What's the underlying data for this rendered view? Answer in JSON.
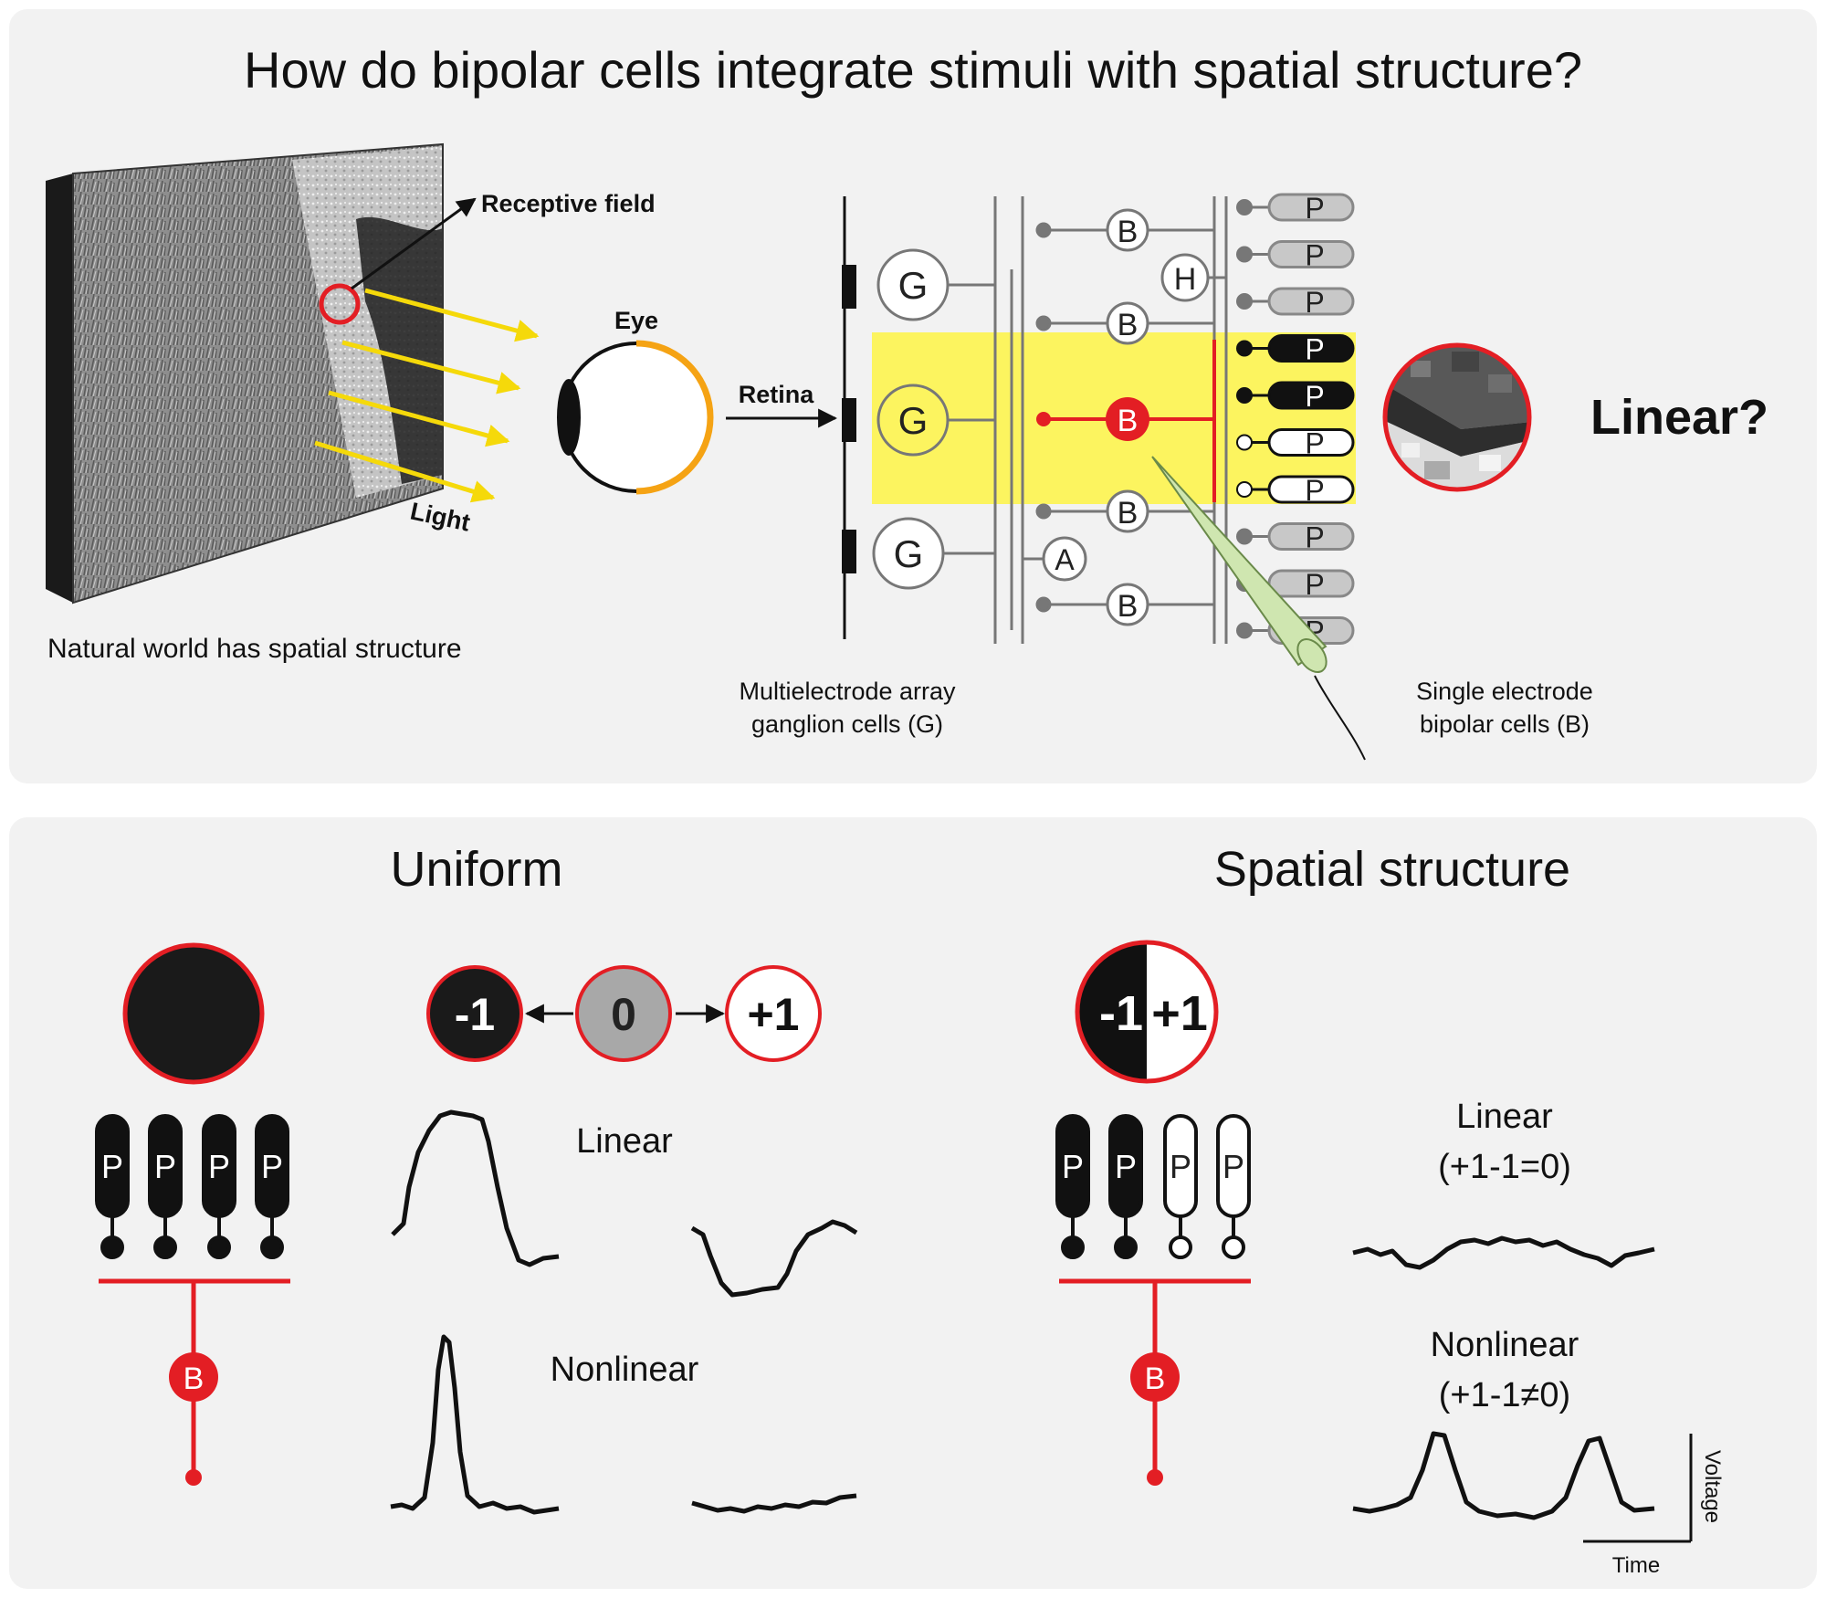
{
  "title": "How do bipolar cells integrate stimuli with spatial structure?",
  "labels": {
    "receptive_field": "Receptive field",
    "eye": "Eye",
    "retina": "Retina",
    "light": "Light",
    "natural_world": "Natural world has spatial structure",
    "mea_line1": "Multielectrode array",
    "mea_line2": "ganglion cells (G)",
    "se_line1": "Single electrode",
    "se_line2": "bipolar cells (B)",
    "linear_question": "Linear?"
  },
  "cell_letters": {
    "ganglion": "G",
    "bipolar": "B",
    "horizontal": "H",
    "amacrine": "A",
    "photoreceptor": "P"
  },
  "uniform": {
    "title": "Uniform",
    "stim_neg": "-1",
    "stim_zero": "0",
    "stim_pos": "+1",
    "linear_label": "Linear",
    "nonlinear_label": "Nonlinear"
  },
  "spatial": {
    "title": "Spatial structure",
    "stim_neg": "-1",
    "stim_pos": "+1",
    "linear_label": "Linear",
    "linear_eq": "(+1-1=0)",
    "nonlinear_label": "Nonlinear",
    "nonlinear_eq": "(+1-1≠0)"
  },
  "axes": {
    "time": "Time",
    "voltage": "Voltage"
  },
  "colors": {
    "red": "#e31e24",
    "yellow": "#fcf45f",
    "arrow_yellow": "#f5d90a",
    "gray_p": "#c8c8c8",
    "panel_bg": "#f2f2f2",
    "orange": "#f5a314",
    "electrode_green": "#cfe6b0"
  }
}
